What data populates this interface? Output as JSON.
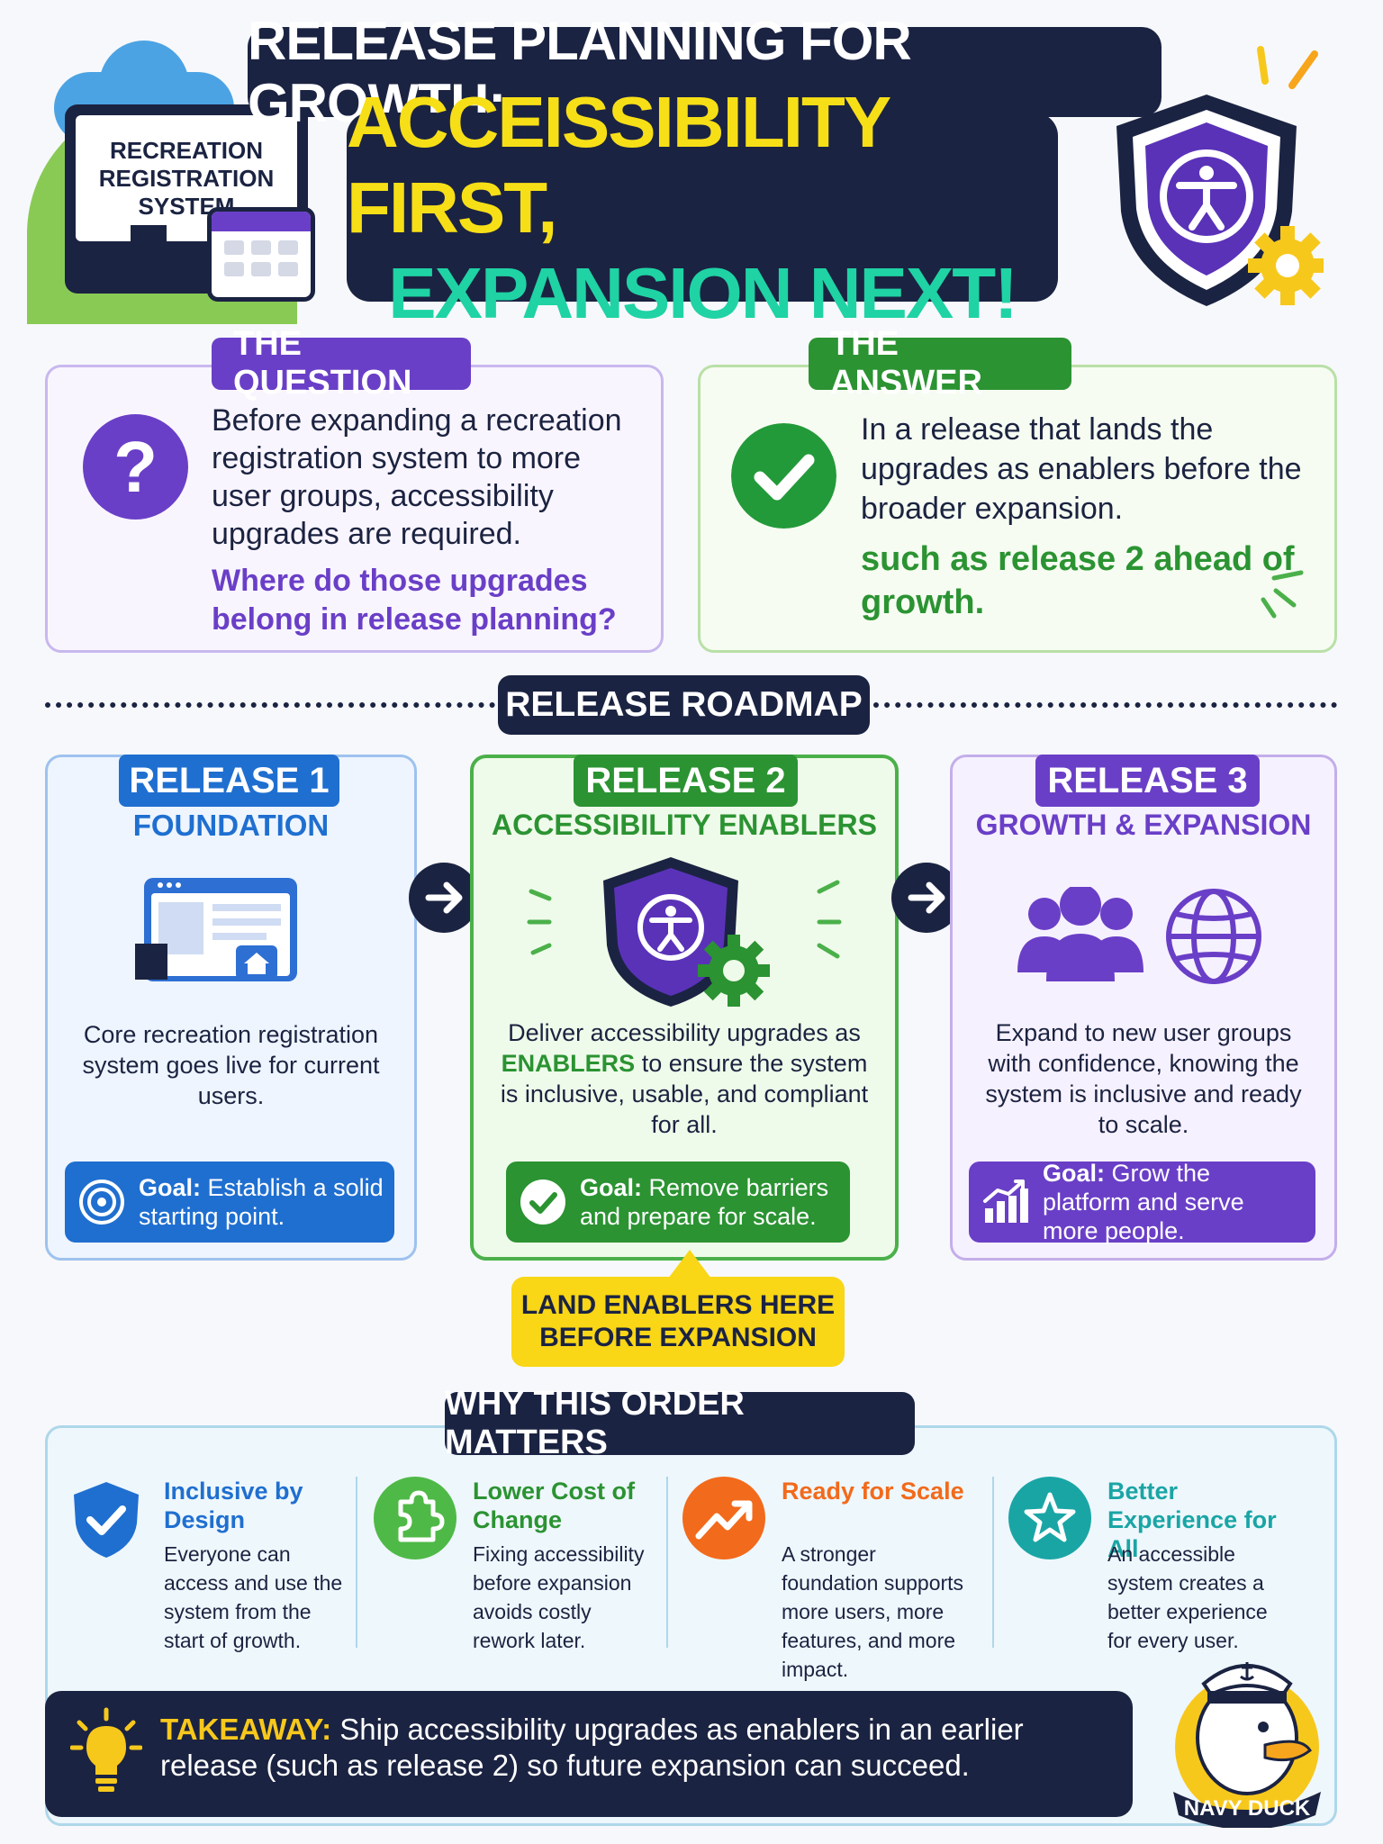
{
  "header": {
    "monitor_title": "RECREATION\nREGISTRATION\nSYSTEM",
    "title_line1": "RELEASE PLANNING FOR GROWTH:",
    "title_line2": "ACCEISSIBILITY FIRST,",
    "title_line3": "EXPANSION NEXT!"
  },
  "question": {
    "tag": "THE QUESTION",
    "icon_symbol": "?",
    "text": "Before expanding a recreation registration system to more user groups, accessibility upgrades are required.",
    "emphasis": "Where do those upgrades belong in release planning?"
  },
  "answer": {
    "tag": "THE ANSWER",
    "text": "In a release that lands the upgrades as enablers before the broader expansion.",
    "emphasis": "such as release 2 ahead of growth."
  },
  "roadmap": {
    "title": "RELEASE ROADMAP",
    "releases": [
      {
        "tag": "RELEASE 1",
        "subtitle": "FOUNDATION",
        "description": "Core recreation registration system goes live for current users.",
        "goal_label": "Goal:",
        "goal_text": "Establish a solid starting point.",
        "icon": "browser-window-icon"
      },
      {
        "tag": "RELEASE 2",
        "subtitle": "ACCESSIBILITY ENABLERS",
        "description_pre": "Deliver accessibility upgrades as ",
        "description_em": "ENABLERS",
        "description_post": " to ensure the system is inclusive, usable, and compliant for all.",
        "goal_label": "Goal:",
        "goal_text": "Remove barriers and prepare for scale.",
        "icon": "accessibility-shield-icon"
      },
      {
        "tag": "RELEASE 3",
        "subtitle": "GROWTH & EXPANSION",
        "description": "Expand to new user groups with confidence, knowing the system is inclusive and ready to scale.",
        "goal_label": "Goal:",
        "goal_text": "Grow the platform and serve more people.",
        "icon": "users-globe-icon"
      }
    ],
    "callout_line1": "LAND ENABLERS HERE",
    "callout_line2": "BEFORE EXPANSION"
  },
  "why": {
    "title": "WHY THIS ORDER MATTERS",
    "items": [
      {
        "heading": "Inclusive by Design",
        "text": "Everyone can access and use the system from the start of growth.",
        "color": "#1f6fd0",
        "icon": "check-shield-icon"
      },
      {
        "heading": "Lower Cost of Change",
        "text": "Fixing accessibility before expansion avoids costly rework later.",
        "color": "#2b9332",
        "icon": "puzzle-icon"
      },
      {
        "heading": "Ready for Scale",
        "text": "A stronger foundation supports more users, more features, and more impact.",
        "color": "#f26a1b",
        "icon": "trend-up-icon"
      },
      {
        "heading": "Better Experience for All",
        "text": "An accessible system creates a better experience for every user.",
        "color": "#1aa5a5",
        "icon": "star-icon"
      }
    ]
  },
  "takeaway": {
    "label": "TAKEAWAY:",
    "text": " Ship accessibility upgrades as enablers in an earlier release (such as release 2) so future expansion can succeed."
  },
  "brand": {
    "name": "NAVY DUCK"
  },
  "colors": {
    "navy": "#1b2342",
    "purple": "#6a3fc7",
    "green": "#2b9332",
    "blue": "#1f6fd0",
    "yellow": "#f9d616",
    "teal": "#1fd3a4"
  }
}
